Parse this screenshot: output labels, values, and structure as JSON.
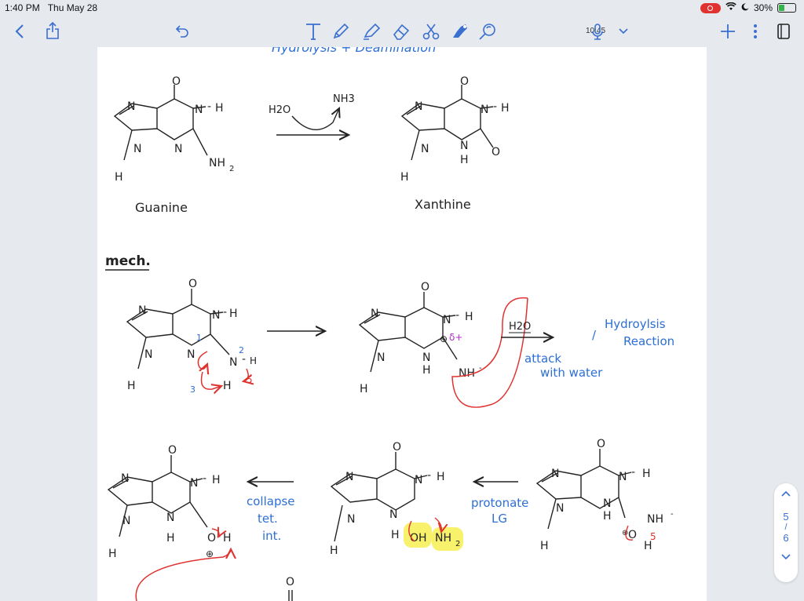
{
  "status": {
    "time": "1:40 PM",
    "date": "Thu May 28",
    "battery": "30%",
    "battery_level": 0.3
  },
  "toolbar": {
    "clock": "10:45"
  },
  "note": {
    "top_label": "Hydrolysis + Deamination",
    "guanine": "Guanine",
    "xanthine": "Xanthine",
    "h2o": "H2O",
    "nh3": "NH3",
    "mech": "mech.",
    "hydrolysis": "Hydroylsis",
    "reaction": "Reaction",
    "attack": "attack",
    "with_water": "with water",
    "collapse": "collapse",
    "tet": "tet.",
    "int": "int.",
    "protonate": "protonate",
    "lg": "LG"
  },
  "pager": {
    "current": "5",
    "total": "6"
  },
  "colors": {
    "accent": "#3a6fd0",
    "red": "#e0322f",
    "handwriting_blue": "#2c6fd6",
    "highlight": "#f6ef5c",
    "purple": "#b12cc8"
  }
}
